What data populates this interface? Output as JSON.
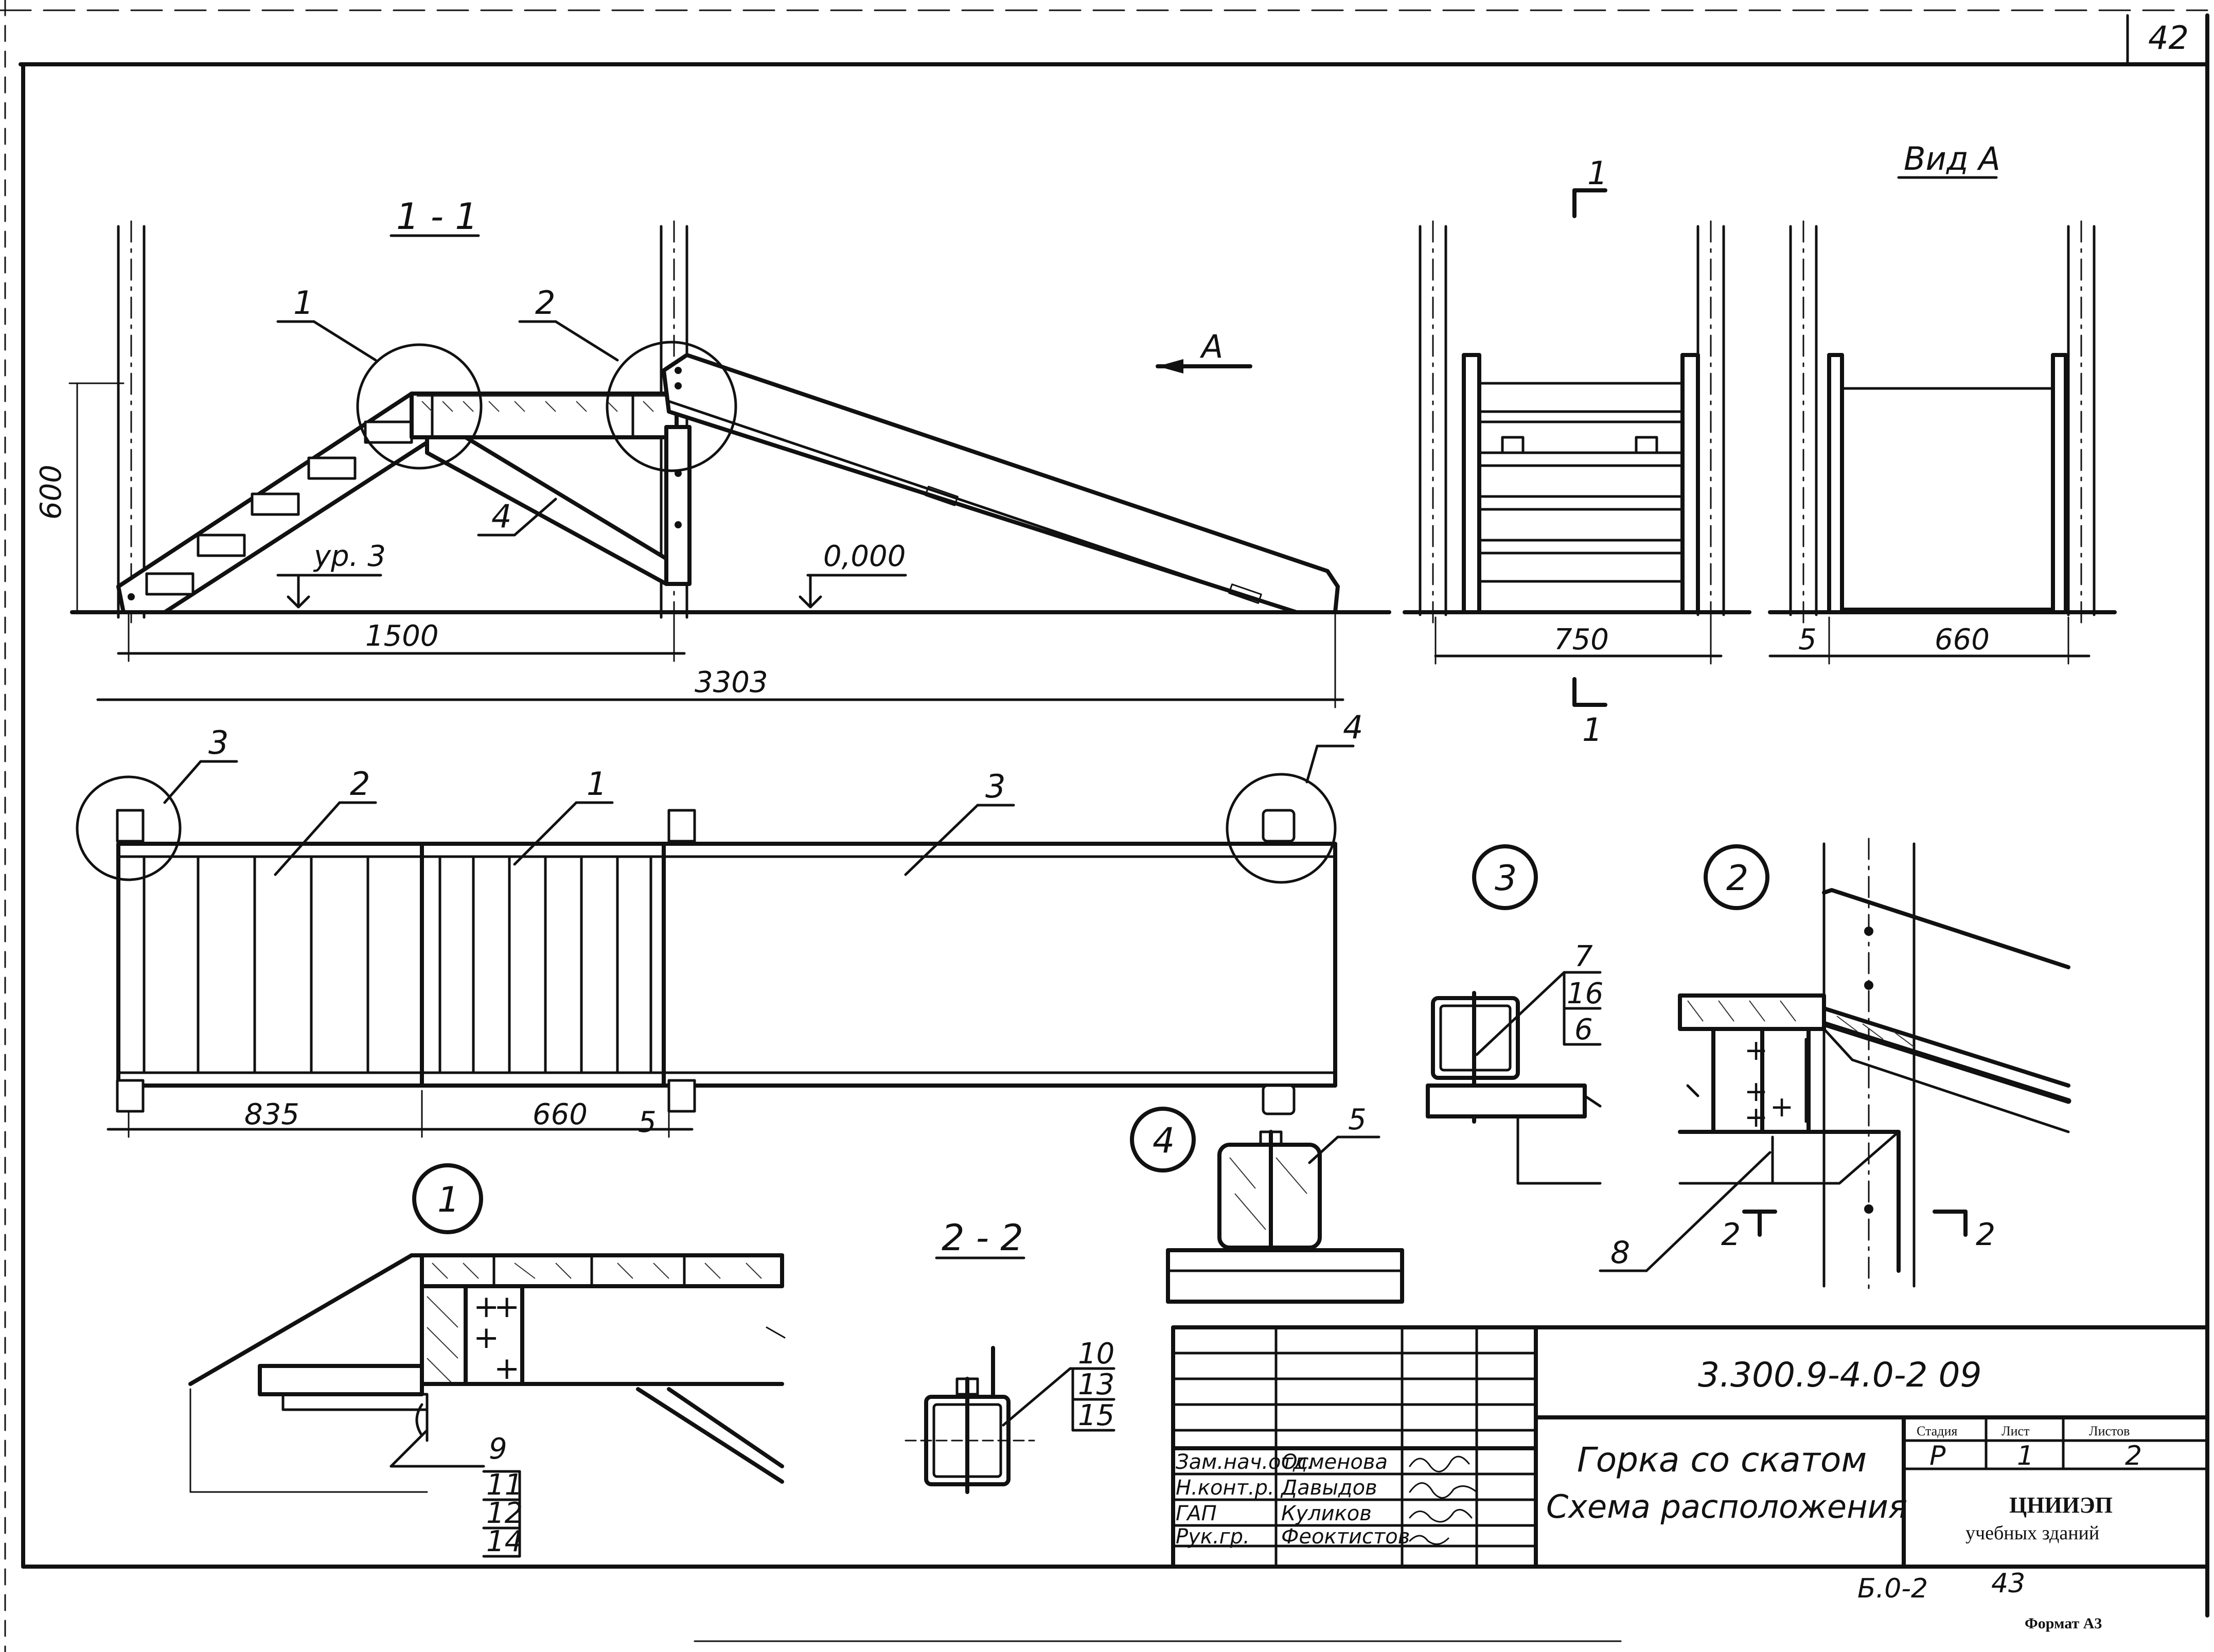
{
  "sheet": {
    "sheet_number": "42",
    "footer_code": "Б.0-2",
    "footer_page": "43",
    "format_label": "Формат А3"
  },
  "section_1_1": {
    "title": "1 - 1",
    "callouts": [
      "1",
      "2",
      "4"
    ],
    "view_arrow": "А",
    "height_dim": "600",
    "level_left": "ур. 3",
    "level_right": "0,000",
    "dim_1500": "1500",
    "dim_3303": "3303"
  },
  "front_view": {
    "cut_mark_top": "1",
    "cut_mark_bottom": "1",
    "dim_750": "750"
  },
  "view_a": {
    "title": "Вид А",
    "dim_5": "5",
    "dim_660": "660"
  },
  "plan_view": {
    "callouts": [
      "3",
      "2",
      "1",
      "3",
      "4"
    ],
    "dim_835": "835",
    "dim_660": "660",
    "dim_5": "5"
  },
  "details": {
    "node_1": {
      "label": "1",
      "refs": [
        "9",
        "11",
        "12",
        "14"
      ]
    },
    "section_2_2": {
      "title": "2 - 2",
      "refs": [
        "10",
        "13",
        "15"
      ]
    },
    "node_3": {
      "label": "3",
      "refs": [
        "7",
        "16",
        "6"
      ]
    },
    "node_4": {
      "label": "4",
      "ref": "5"
    },
    "node_2": {
      "label": "2",
      "ref": "8",
      "cut_left": "2",
      "cut_right": "2"
    }
  },
  "title_block": {
    "designation": "3.300.9-4.0-2 09",
    "name_line1": "Горка со скатом",
    "name_line2": "Схема расположения",
    "stage_header": "Стадия",
    "sheet_header": "Лист",
    "sheets_header": "Листов",
    "stage": "Р",
    "sheet": "1",
    "sheets": "2",
    "org_line1": "ЦНИИЭП",
    "org_line2": "учебных зданий",
    "signatures": [
      {
        "role": "Зам.нач.отд.",
        "name": "Осменова"
      },
      {
        "role": "Н.конт.р.",
        "name": "Давыдов"
      },
      {
        "role": "ГАП",
        "name": "Куликов"
      },
      {
        "role": "Рук.гр.",
        "name": "Феоктистов"
      }
    ]
  }
}
